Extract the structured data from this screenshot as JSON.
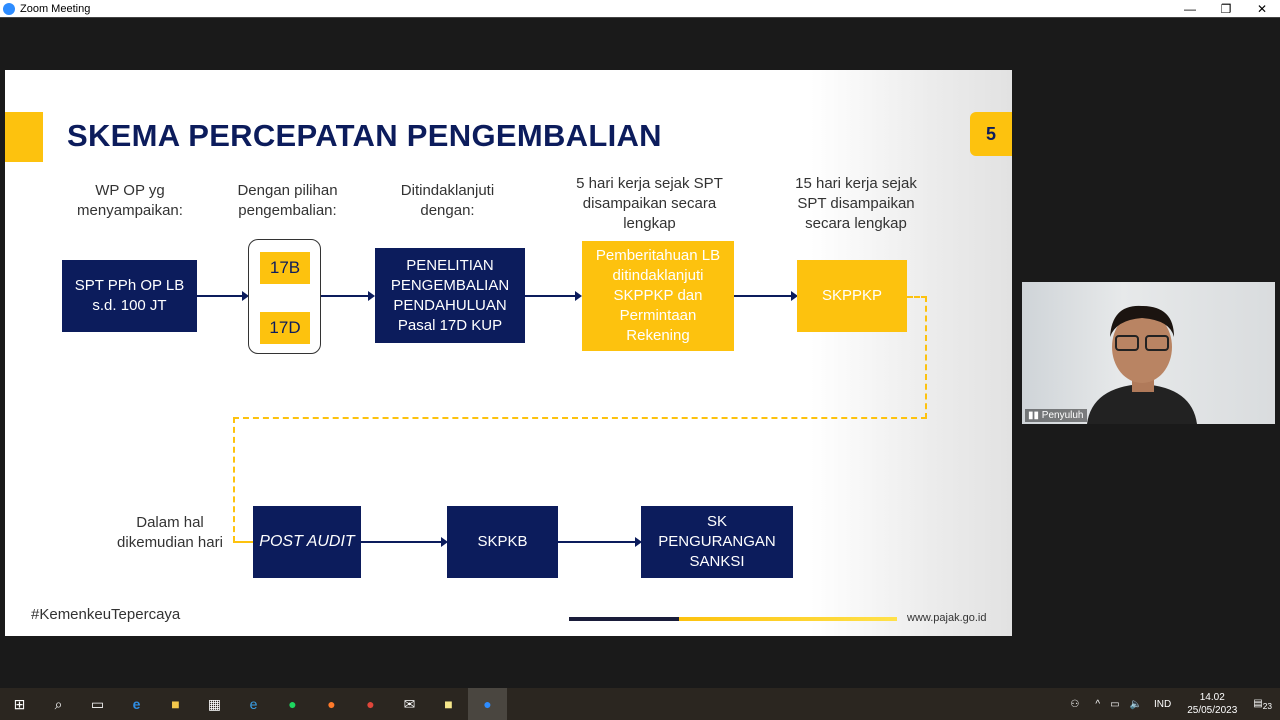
{
  "window": {
    "title": "Zoom Meeting",
    "min": "—",
    "max": "❐",
    "close": "✕"
  },
  "slide": {
    "title": "SKEMA PERCEPATAN PENGEMBALIAN",
    "page": "5",
    "col_labels": [
      "WP OP yg menyampaikan:",
      "Dengan pilihan pengembalian:",
      "Ditindaklanjuti dengan:",
      "5 hari kerja sejak SPT disampaikan secara lengkap",
      "15 hari kerja sejak SPT disampaikan secara lengkap"
    ],
    "spt": "SPT PPh OP LB s.d. 100 JT",
    "opt1": "17B",
    "opt2": "17D",
    "penelitian": "PENELITIAN PENGEMBALIAN PENDAHULUAN Pasal 17D KUP",
    "pemberitahuan": "Pemberitahuan LB ditindaklanjuti SKPPKP dan Permintaan Rekening",
    "skppkp": "SKPPKP",
    "later": "Dalam hal dikemudian hari",
    "post_audit": "POST AUDIT",
    "skpkb": "SKPKB",
    "sk": "SK PENGURANGAN SANKSI",
    "hashtag": "#KemenkeuTepercaya",
    "website": "www.pajak.go.id"
  },
  "video": {
    "name": "Penyuluh"
  },
  "taskbar": {
    "lang": "IND",
    "time": "14.02",
    "date": "25/05/2023",
    "notifications": "23"
  },
  "colors": {
    "navy": "#0c1c5c",
    "yellow": "#fdc20e"
  }
}
